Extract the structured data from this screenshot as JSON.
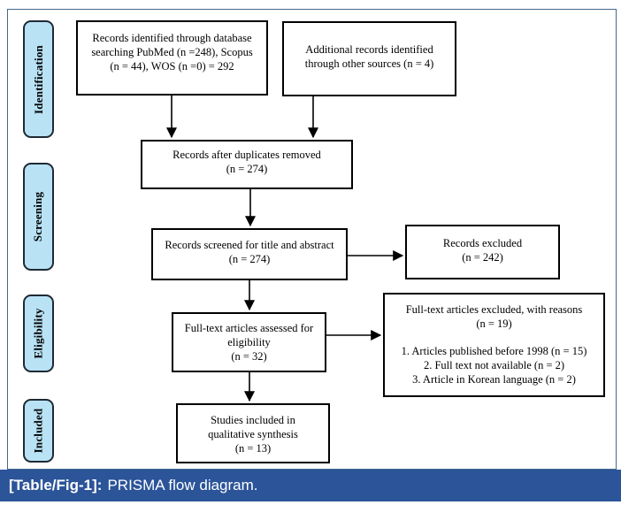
{
  "stages": [
    {
      "label": "Identification"
    },
    {
      "label": "Screening"
    },
    {
      "label": "Eligibility"
    },
    {
      "label": "Included"
    }
  ],
  "boxes": {
    "identified": {
      "lines": [
        "Records identified through database",
        "searching PubMed (n =248), Scopus",
        "(n = 44), WOS (n =0) = 292"
      ]
    },
    "additional": {
      "lines": [
        "Additional records identified",
        "through other sources (n = 4)"
      ]
    },
    "duplicates_removed": {
      "lines": [
        "Records after duplicates removed",
        "(n = 274)"
      ]
    },
    "screened": {
      "lines": [
        "Records screened for title and abstract",
        "(n = 274)"
      ]
    },
    "records_excluded": {
      "lines": [
        "Records excluded",
        "(n = 242)"
      ]
    },
    "fulltext_assessed": {
      "lines": [
        "Full-text articles assessed for",
        "eligibility",
        "(n = 32)"
      ]
    },
    "fulltext_excluded": {
      "header": [
        "Full-text articles excluded, with reasons",
        "(n = 19)"
      ],
      "reasons": [
        "1. Articles published before 1998 (n = 15)",
        "2. Full text not available (n = 2)",
        "3. Article in Korean language (n = 2)"
      ]
    },
    "included_studies": {
      "lines": [
        "Studies included in",
        "qualitative synthesis",
        "(n = 13)"
      ]
    }
  },
  "caption": {
    "label": "[Table/Fig-1]:",
    "text": "PRISMA flow diagram."
  },
  "colors": {
    "stage_fill": "#b9e2f5",
    "stage_border": "#1f2a33",
    "box_border": "#000000",
    "panel_border": "#44688c",
    "caption_bar": "#2b5499"
  }
}
